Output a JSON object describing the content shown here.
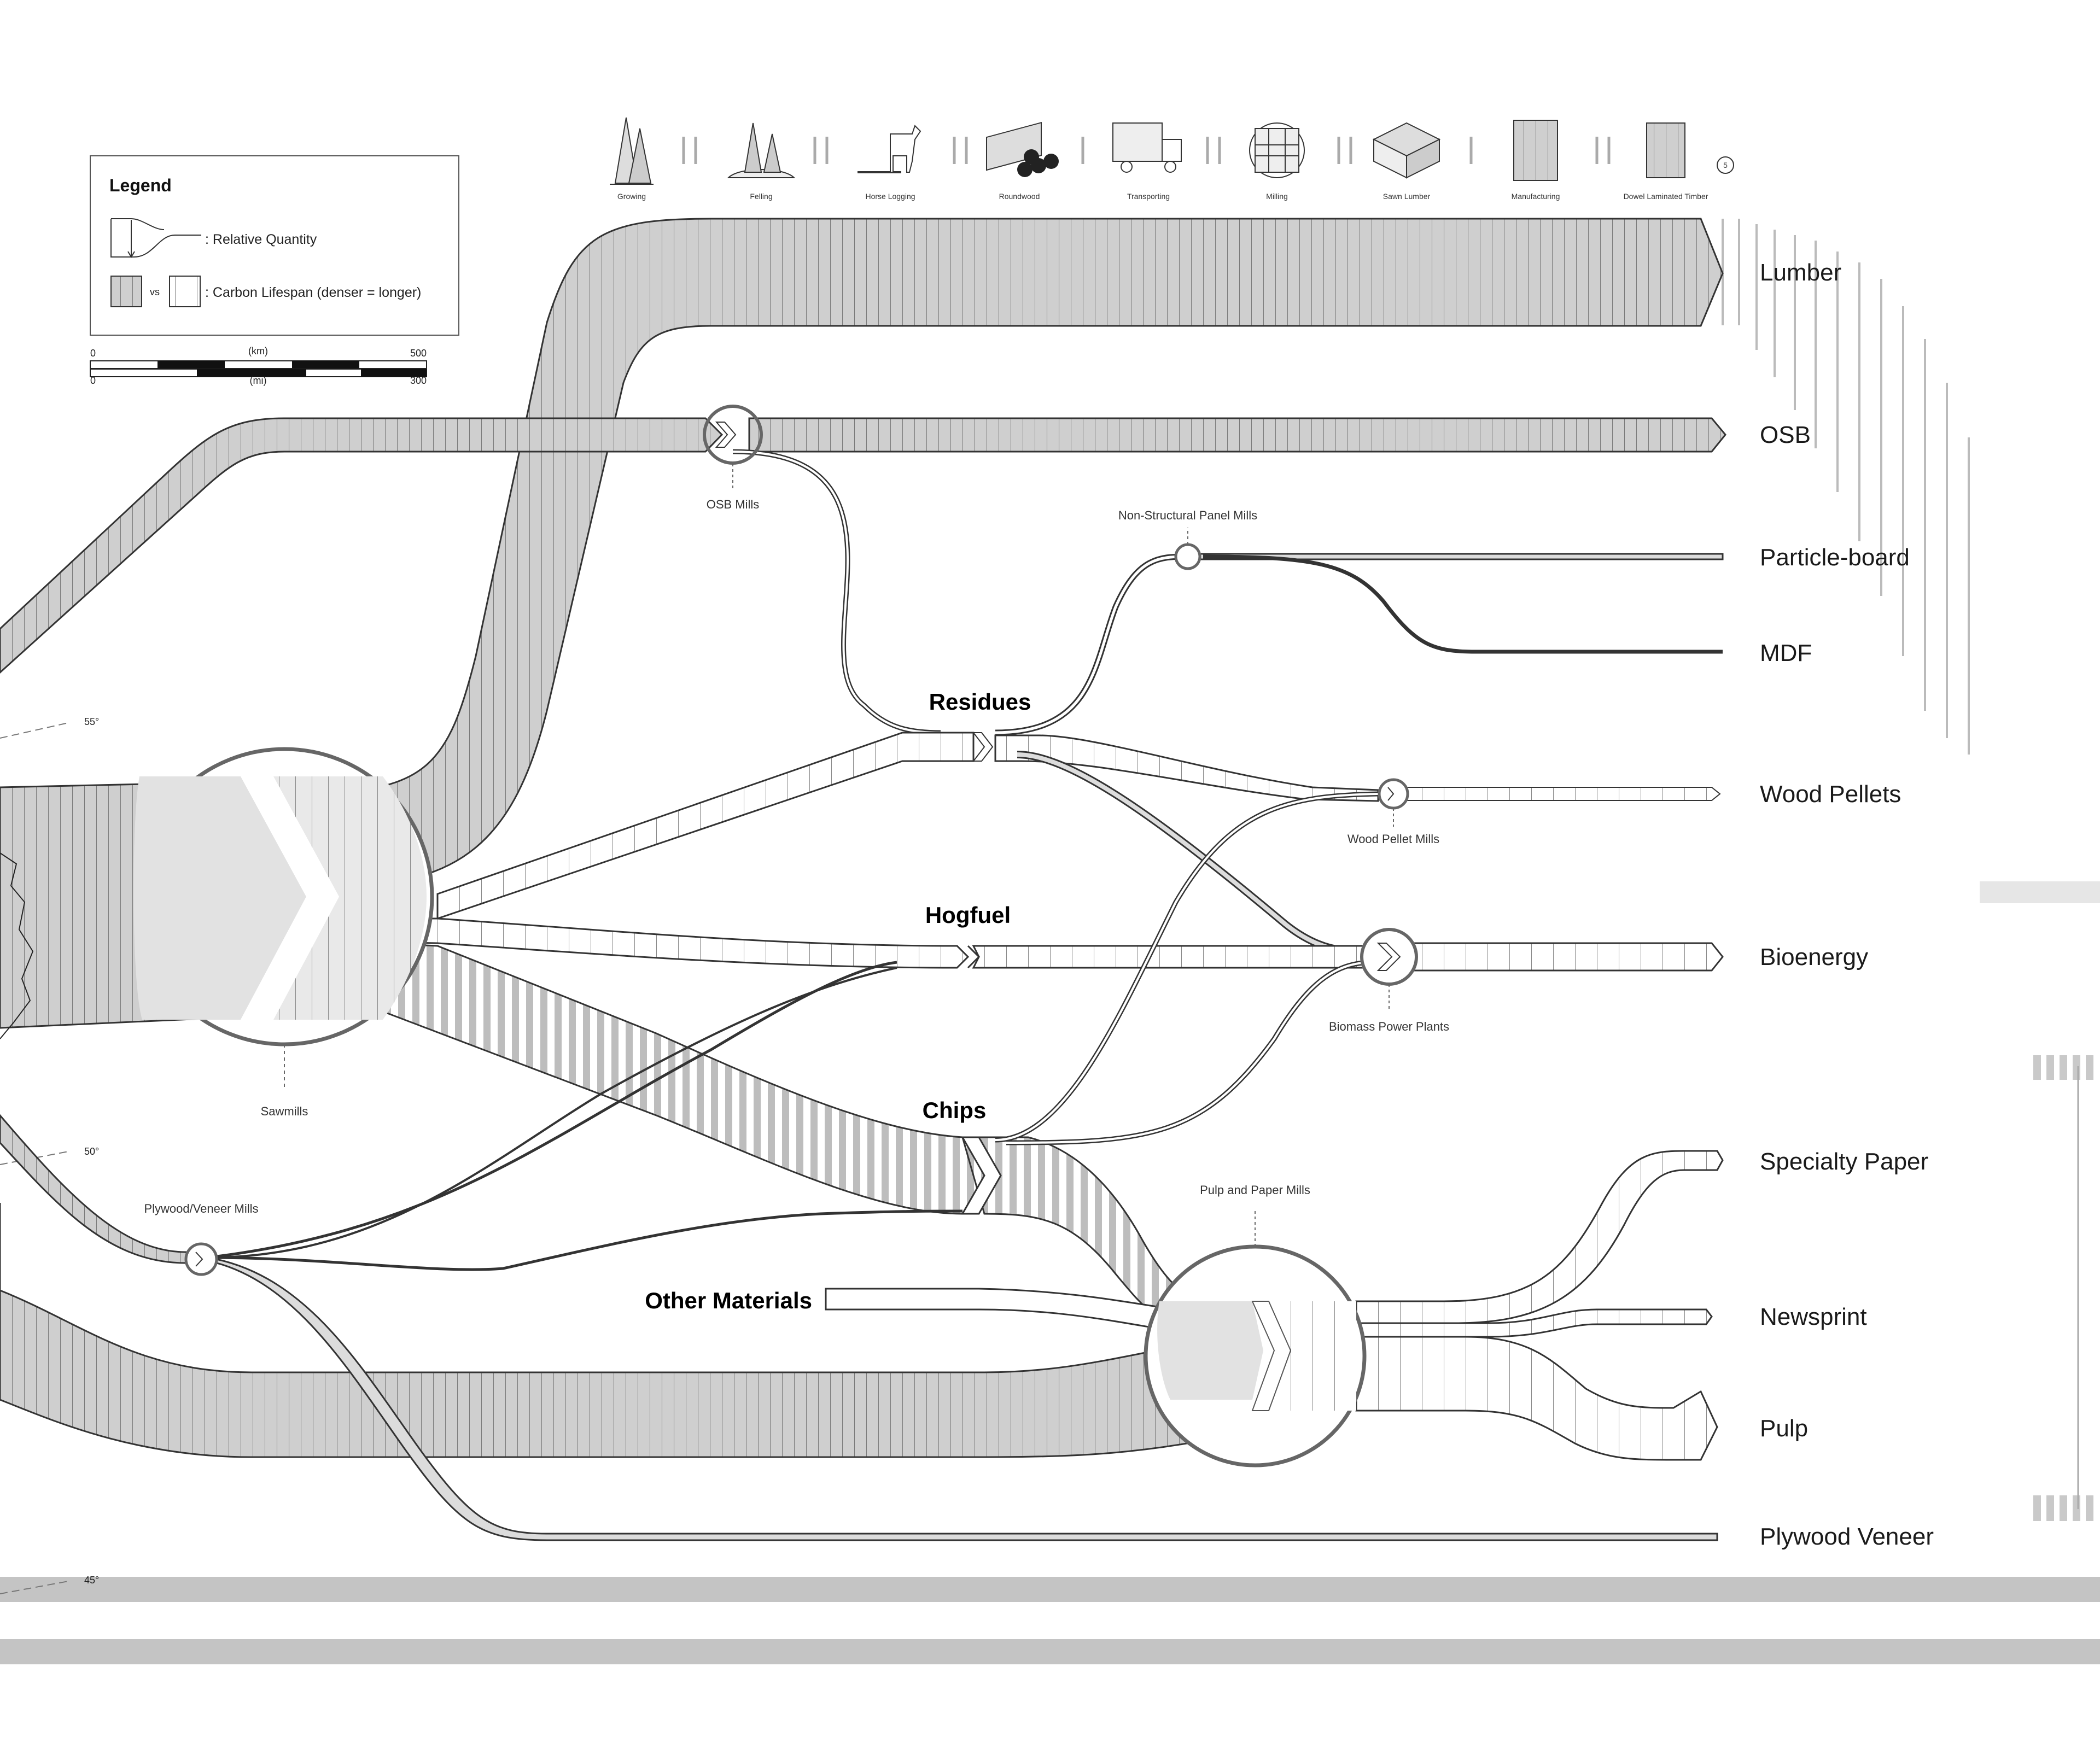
{
  "legend": {
    "title": "Legend",
    "relative_quantity": ": Relative Quantity",
    "vs": "vs",
    "carbon_lifespan": ": Carbon Lifespan (denser = longer)"
  },
  "scale_bar": {
    "km_unit": "(km)",
    "mi_unit": "(mi)",
    "km_start": "0",
    "km_end": "500",
    "mi_start": "0",
    "mi_end": "300"
  },
  "latitudes": [
    "55°",
    "50°",
    "45°"
  ],
  "stages": [
    {
      "label": "Growing",
      "icon": "trees-icon"
    },
    {
      "label": "Felling",
      "icon": "felling-icon"
    },
    {
      "label": "Horse Logging",
      "icon": "horse-logging-icon"
    },
    {
      "label": "Roundwood",
      "icon": "roundwood-icon"
    },
    {
      "label": "Transporting",
      "icon": "truck-icon"
    },
    {
      "label": "Milling",
      "icon": "milling-icon"
    },
    {
      "label": "Sawn Lumber",
      "icon": "sawn-lumber-icon"
    },
    {
      "label": "Manufacturing",
      "icon": "manufacturing-icon"
    },
    {
      "label": "Dowel Laminated Timber",
      "icon": "dlt-panel-icon"
    }
  ],
  "page_marker": "5",
  "hubs": {
    "residues": "Residues",
    "hogfuel": "Hogfuel",
    "chips": "Chips",
    "other_materials": "Other Materials"
  },
  "facilities": {
    "sawmills": "Sawmills",
    "osb_mills": "OSB Mills",
    "non_structural_panel_mills": "Non-Structural Panel Mills",
    "wood_pellet_mills": "Wood Pellet Mills",
    "biomass_power_plants": "Biomass Power Plants",
    "pulp_and_paper_mills": "Pulp and Paper Mills",
    "plywood_veneer_mills": "Plywood/Veneer Mills"
  },
  "products": {
    "lumber": "Lumber",
    "osb": "OSB",
    "particle_board": "Particle-board",
    "mdf": "MDF",
    "wood_pellets": "Wood Pellets",
    "bioenergy": "Bioenergy",
    "specialty_paper": "Specialty Paper",
    "newsprint": "Newsprint",
    "pulp": "Pulp",
    "plywood_veneer": "Plywood Veneer"
  },
  "colors": {
    "flow_fill": "#cfcfcf",
    "flow_light": "#e6e6e6",
    "stroke": "#333333",
    "circle": "#666666",
    "band": "#c4c4c4"
  }
}
